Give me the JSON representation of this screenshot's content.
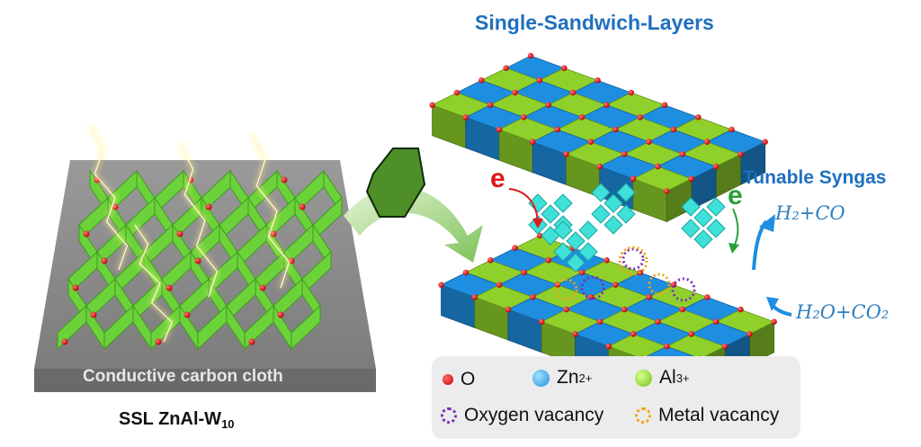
{
  "figure": {
    "title": "Single-Sandwich-Layers",
    "syngas_title": "Tunable Syngas",
    "substrate_label": "Conductive carbon cloth",
    "sample_label": {
      "text": "SSL ZnAl-W",
      "subscript": "10"
    },
    "electron_label_left": "e",
    "electron_label_right": "e",
    "product_formula": "H₂+CO",
    "reactant_formula": "H₂O+CO₂"
  },
  "legend": {
    "items": [
      {
        "symbol": "red-ball",
        "label": "O"
      },
      {
        "symbol": "blue-ball",
        "label": "Zn",
        "sup": "2+"
      },
      {
        "symbol": "green-ball",
        "label": "Al",
        "sup": "3+"
      },
      {
        "symbol": "purple-dotted-ring",
        "label": "Oxygen vacancy"
      },
      {
        "symbol": "orange-dotted-ring",
        "label": "Metal vacancy"
      }
    ]
  },
  "colors": {
    "title_blue": "#1f6fbf",
    "electron_red": "#e0161c",
    "electron_green": "#2aa139",
    "zn_blue": "#1e8ee0",
    "al_green": "#8fd12a",
    "oxygen_red": "#d40000",
    "network_green": "#6cd23a",
    "cloth_gray": "#8a8a8a"
  }
}
